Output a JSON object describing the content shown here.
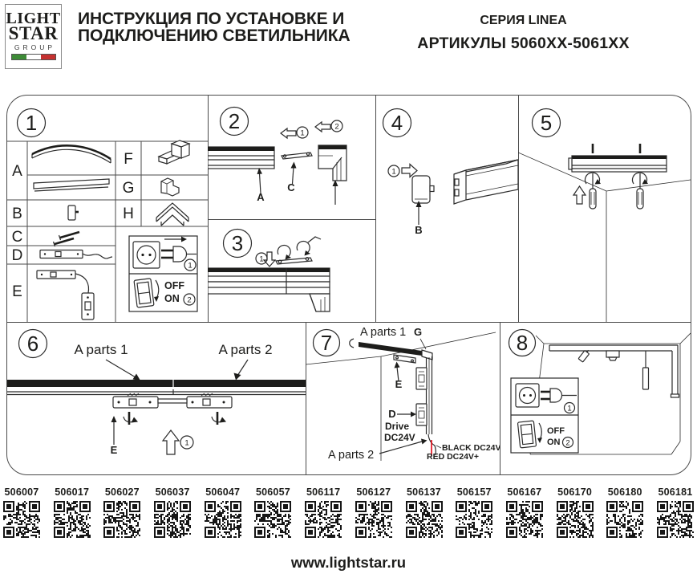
{
  "header": {
    "logo": {
      "line1": "LIGHT",
      "line2": "STAR",
      "line3": "GROUP"
    },
    "title_line1": "ИНСТРУКЦИЯ ПО УСТАНОВКЕ И",
    "title_line2": "ПОДКЛЮЧЕНИЮ СВЕТИЛЬНИКА",
    "series": "СЕРИЯ LINEA",
    "articles_range": "АРТИКУЛЫ 5060XX-5061XX"
  },
  "steps": {
    "n1": "1",
    "n2": "2",
    "n3": "3",
    "n4": "4",
    "n5": "5",
    "n6": "6",
    "n7": "7",
    "n8": "8"
  },
  "parts": {
    "a": "A",
    "b": "B",
    "c": "C",
    "d": "D",
    "e": "E",
    "f": "F",
    "g": "G",
    "h": "H"
  },
  "callouts": {
    "a_parts_1": "A parts 1",
    "a_parts_2": "A parts 2",
    "drive_line1": "Drive",
    "drive_line2": "DC24V",
    "black_wire": "BLACK DC24V-",
    "red_wire": "RED DC24V+",
    "switch_off": "OFF",
    "switch_on": "ON",
    "step_tag_1": "1",
    "step_tag_2": "2"
  },
  "colors": {
    "ink": "#1d1d1b",
    "wire_red": "#e30613",
    "flag_green": "#3d8b37",
    "flag_white": "#ffffff",
    "flag_red": "#c53130"
  },
  "qr_row": {
    "articles": [
      "506007",
      "506017",
      "506027",
      "506037",
      "506047",
      "506057",
      "506117",
      "506127",
      "506137",
      "506157",
      "506167",
      "506170",
      "506180",
      "506181"
    ]
  },
  "footer": {
    "website": "www.lightstar.ru"
  }
}
